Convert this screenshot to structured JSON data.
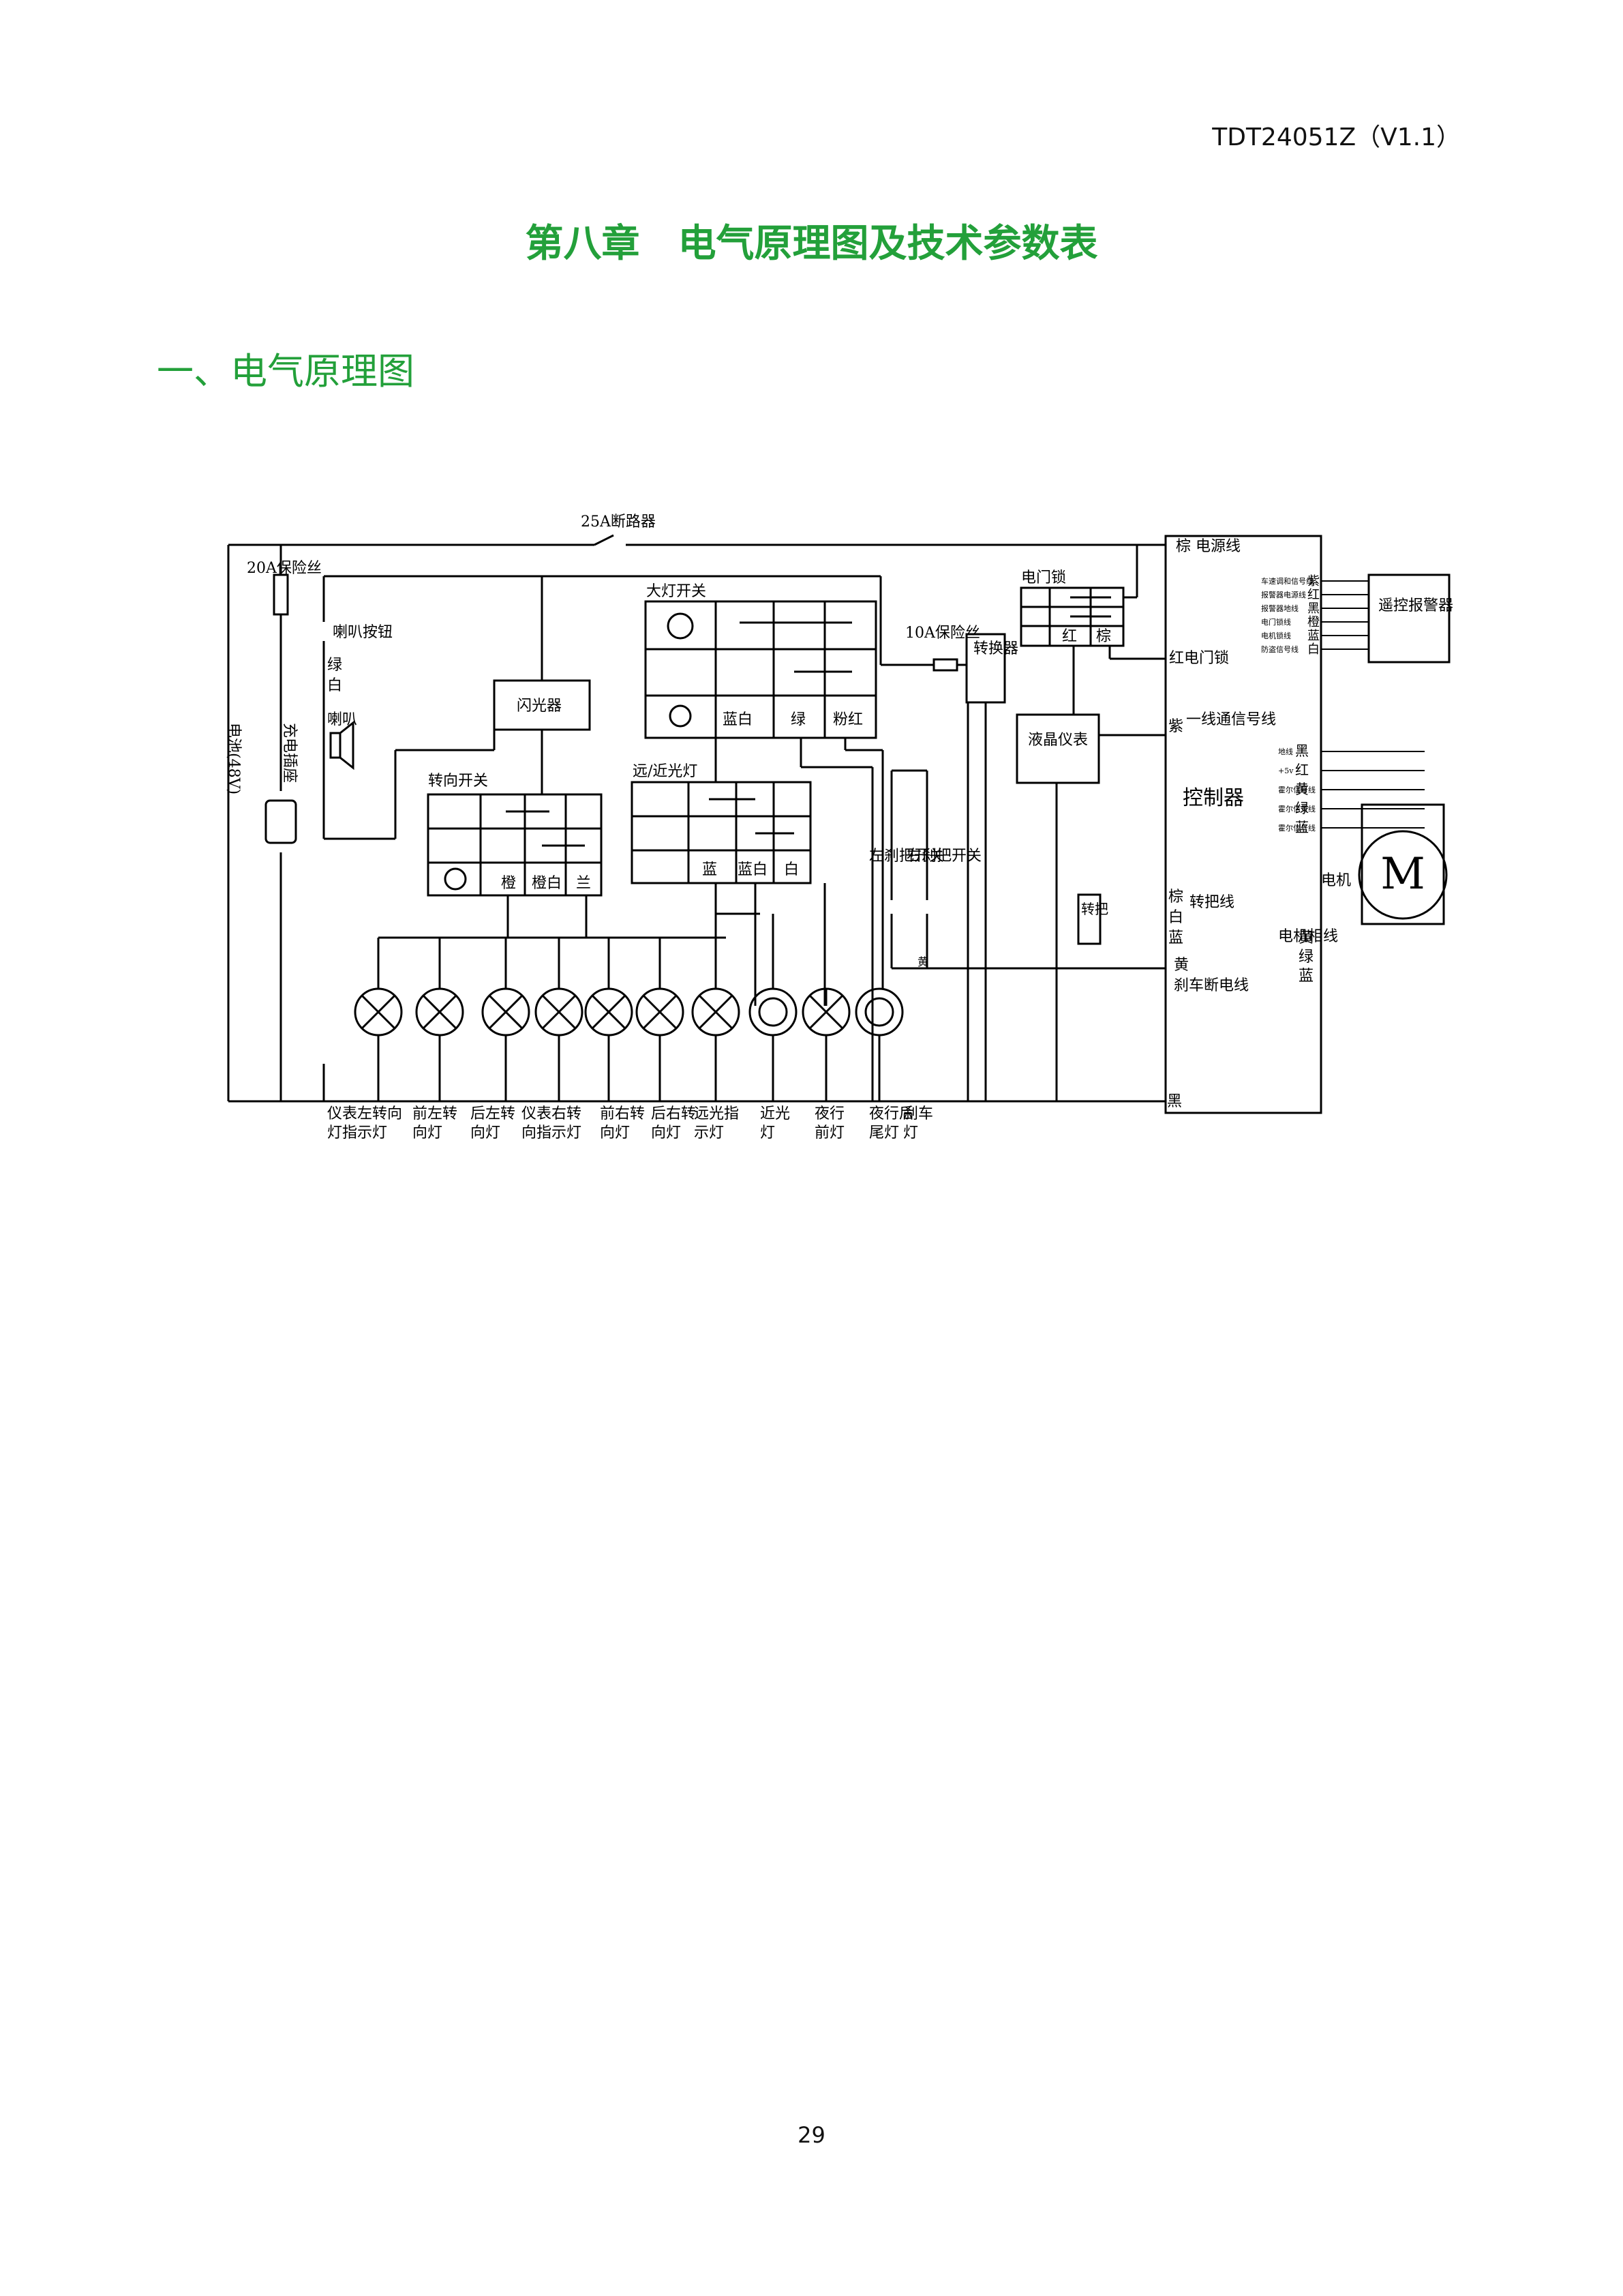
{
  "header": {
    "doc_code": "TDT24051Z（V1.1）"
  },
  "chapter_title": "第八章　电气原理图及技术参数表",
  "section_title": "一、电气原理图",
  "page_number": "29",
  "diagram": {
    "breaker": "25A断路器",
    "fuse20": "20A保险丝",
    "battery": "电池(48V)",
    "charge_port": "充电插座",
    "horn_button": "喇叭按钮",
    "horn": "喇叭",
    "green": "绿",
    "white": "白",
    "flasher": "闪光器",
    "turn_switch": "转向开关",
    "turn_switch_cols": [
      "橙",
      "橙白",
      "兰"
    ],
    "head_switch": "大灯开关",
    "head_switch_cols": [
      "蓝白",
      "绿",
      "粉红"
    ],
    "beam_switch": "远/近光灯",
    "beam_switch_cols": [
      "蓝",
      "蓝白",
      "白"
    ],
    "key_lock": "电门锁",
    "key_lock_cols": [
      "红",
      "棕"
    ],
    "fuse10": "10A保险丝",
    "converter": "转换器",
    "lcd": "液晶仪表",
    "left_brake": "左刹把开关",
    "right_brake": "右刹把开关",
    "yellow": "黄",
    "controller": "控制器",
    "ctrl_left": {
      "power": "棕 电源线",
      "key": "红电门锁",
      "comm_purple": "紫",
      "comm": "一线通信号线",
      "handle_wires": [
        "棕",
        "白",
        "蓝"
      ],
      "handle": "转把线",
      "brake_yellow": "黄",
      "brake": "刹车断电线",
      "black": "黑"
    },
    "throttle": "转把",
    "alarm": "遥控报警器",
    "alarm_wires": [
      {
        "name": "车速调和信号线",
        "color": "紫"
      },
      {
        "name": "报警器电源线",
        "color": "红"
      },
      {
        "name": "报警器地线",
        "color": "黑"
      },
      {
        "name": "电门锁线",
        "color": "橙"
      },
      {
        "name": "电机锁线",
        "color": "蓝"
      },
      {
        "name": "防盗信号线",
        "color": "白"
      }
    ],
    "hall_wires": [
      {
        "name": "地线",
        "color": "黑"
      },
      {
        "name": "+5v",
        "color": "红"
      },
      {
        "name": "霍尔信号线",
        "color": "黄"
      },
      {
        "name": "霍尔信号线",
        "color": "绿"
      },
      {
        "name": "霍尔信号线",
        "color": "蓝"
      }
    ],
    "motor": "电机",
    "motor_symbol": "M",
    "phase_label": "电机相线",
    "phase_colors": [
      "黄",
      "绿",
      "蓝"
    ],
    "lamp_labels": [
      "仪表左转向灯指示灯",
      "前左转向灯",
      "后左转向灯",
      "仪表右转向指示灯",
      "前右转向灯",
      "后右转向灯",
      "远光指示灯",
      "近光灯",
      "夜行前灯",
      "夜行后尾灯",
      "刹车灯"
    ]
  }
}
